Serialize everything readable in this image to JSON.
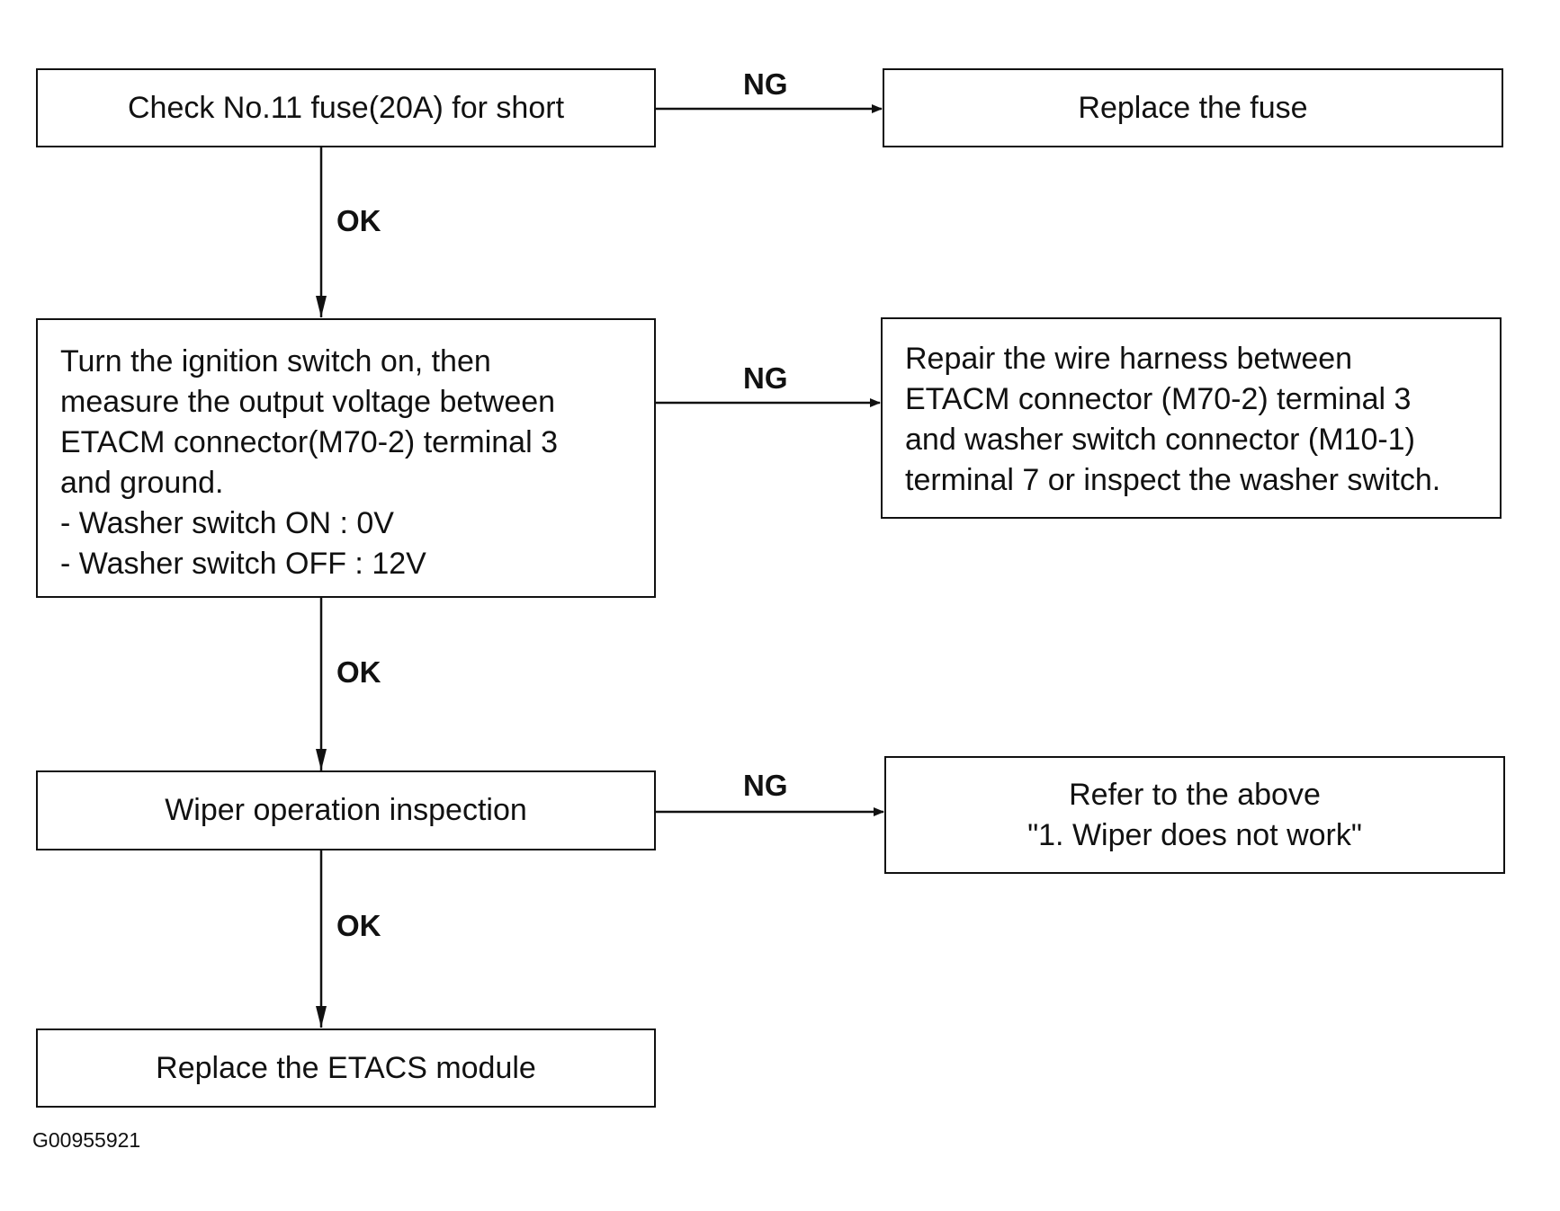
{
  "diagram": {
    "boxes": {
      "check_fuse": "Check No.11 fuse(20A) for short",
      "replace_fuse": "Replace the fuse",
      "measure_voltage": {
        "lines": [
          "Turn the ignition switch on, then",
          "measure the output voltage between",
          "ETACM connector(M70-2) terminal 3",
          "and ground.",
          "- Washer switch ON : 0V",
          "- Washer switch OFF : 12V"
        ]
      },
      "repair_harness": {
        "lines": [
          "Repair the wire harness between",
          "ETACM connector (M70-2) terminal 3",
          "and washer switch connector (M10-1)",
          "terminal 7 or inspect the washer switch."
        ]
      },
      "wiper_inspection": "Wiper operation inspection",
      "refer_above": {
        "lines": [
          "Refer to the above",
          "\"1. Wiper does not work\""
        ]
      },
      "replace_module": "Replace the ETACS module"
    },
    "edges": {
      "ng_1": "NG",
      "ok_1": "OK",
      "ng_2": "NG",
      "ok_2": "OK",
      "ng_3": "NG",
      "ok_3": "OK"
    },
    "figure_code": "G00955921"
  }
}
